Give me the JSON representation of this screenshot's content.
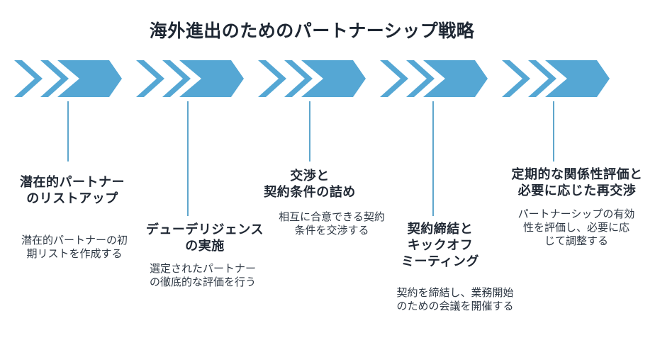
{
  "title": "海外進出のためのパートナーシップ戦略",
  "colors": {
    "arrow_blue": "#55a7d4",
    "connector_blue": "#5fa6cc",
    "heading_text": "#1f2733",
    "body_text": "#2e3844",
    "background": "#ffffff"
  },
  "process_arrows": {
    "count": 5,
    "icon": "double-chevron-right-arrow"
  },
  "stages": [
    {
      "title": "潜在的パートナー\nのリストアップ",
      "description": "潜在的パートナーの初\n期リストを作成する"
    },
    {
      "title": "デューデリジェンス\nの実施",
      "description": "選定されたパートナー\nの徹底的な評価を行う"
    },
    {
      "title": "交渉と\n契約条件の詰め",
      "description": "相互に合意できる契約\n条件を交渉する"
    },
    {
      "title": "契約締結と\nキックオフ\nミーティング",
      "description": "契約を締結し、業務開始\nのための会議を開催する"
    },
    {
      "title": "定期的な関係性評価と\n必要に応じた再交渉",
      "description": "パートナーシップの有効\n性を評価し、必要に応\nじて調整する"
    }
  ]
}
